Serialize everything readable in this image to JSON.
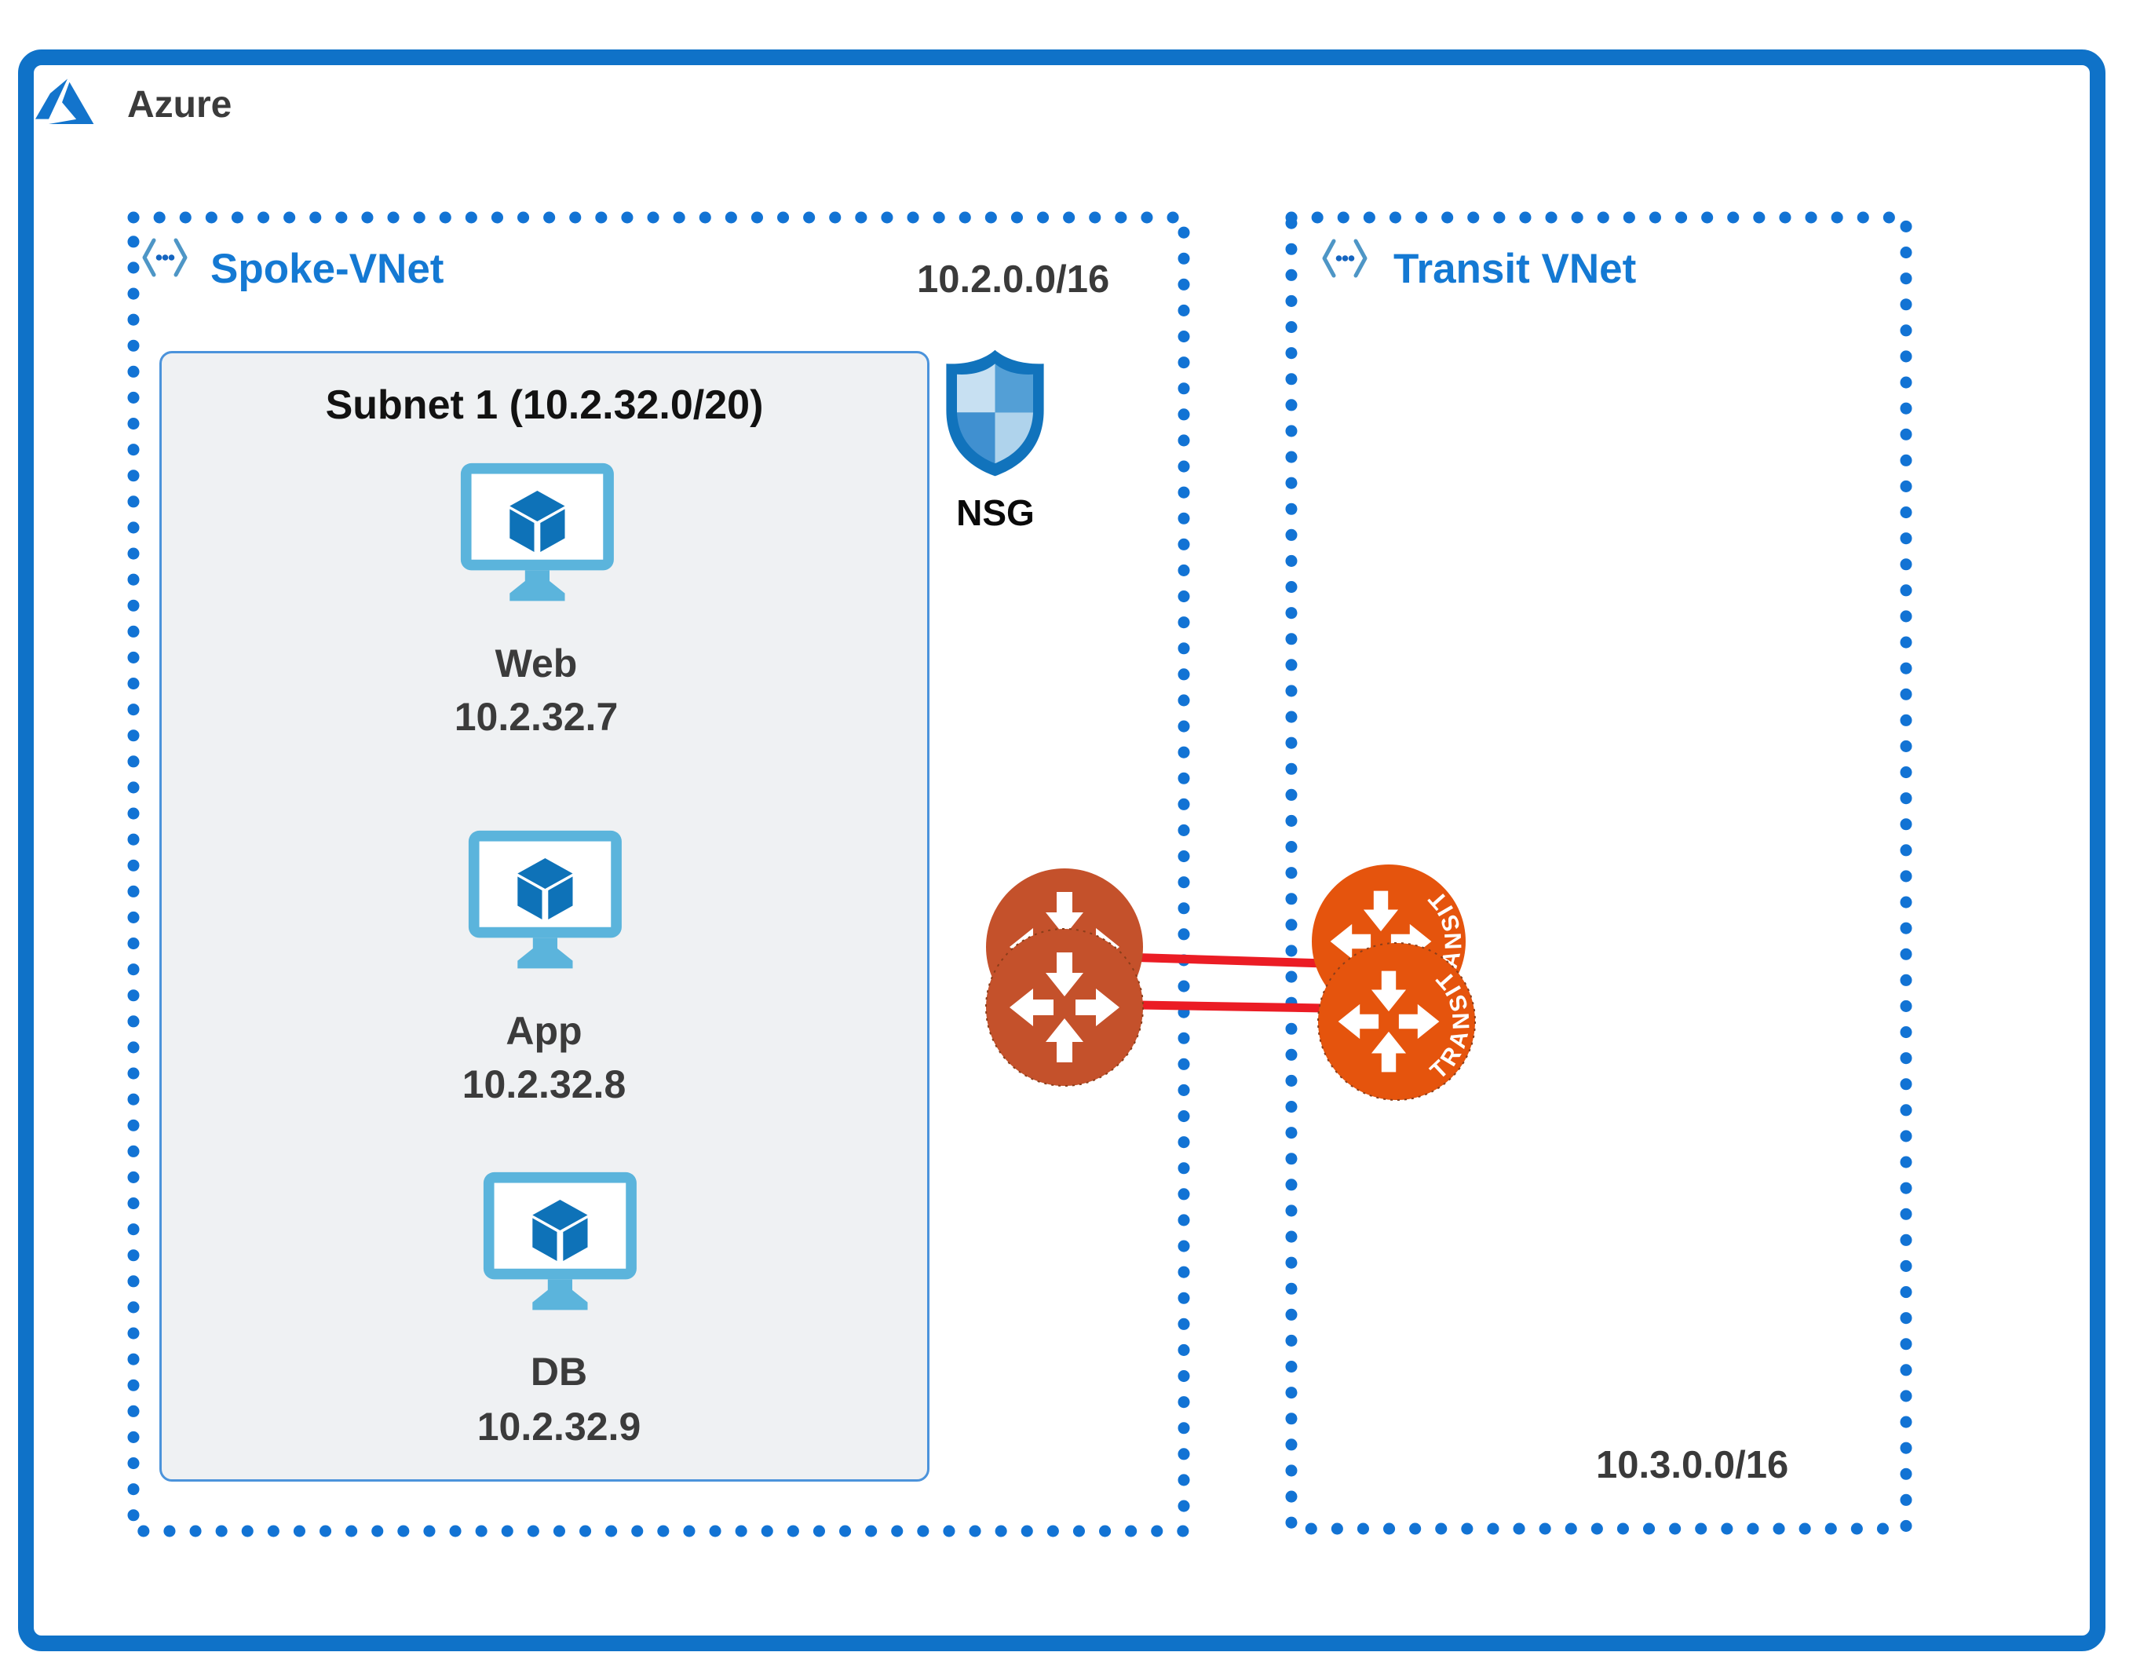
{
  "azure": {
    "label": "Azure"
  },
  "spoke_vnet": {
    "title": "Spoke-VNet",
    "cidr": "10.2.0.0/16",
    "nsg_label": "NSG",
    "subnet": {
      "title": "Subnet 1 (10.2.32.0/20)",
      "vms": [
        {
          "name": "Web",
          "ip": "10.2.32.7"
        },
        {
          "name": "App",
          "ip": "10.2.32.8"
        },
        {
          "name": "DB",
          "ip": "10.2.32.9"
        }
      ]
    }
  },
  "transit_vnet": {
    "title": "Transit VNet",
    "cidr": "10.3.0.0/16",
    "router_badge": "TRANSIT"
  },
  "colors": {
    "accent": "#0F72C8",
    "dot": "#1273D4",
    "vnet_title": "#1479D3",
    "text_dark": "#3B3B3B",
    "subnet_bg": "#EFF1F3",
    "subnet_border": "#4B93DB",
    "vm_monitor": "#5BB4DC",
    "vm_cube": "#0E72B8",
    "shield_border": "#1173BC",
    "router_left": "#C4512B",
    "router_right": "#E5540D",
    "peer_red": "#EB1C24"
  }
}
